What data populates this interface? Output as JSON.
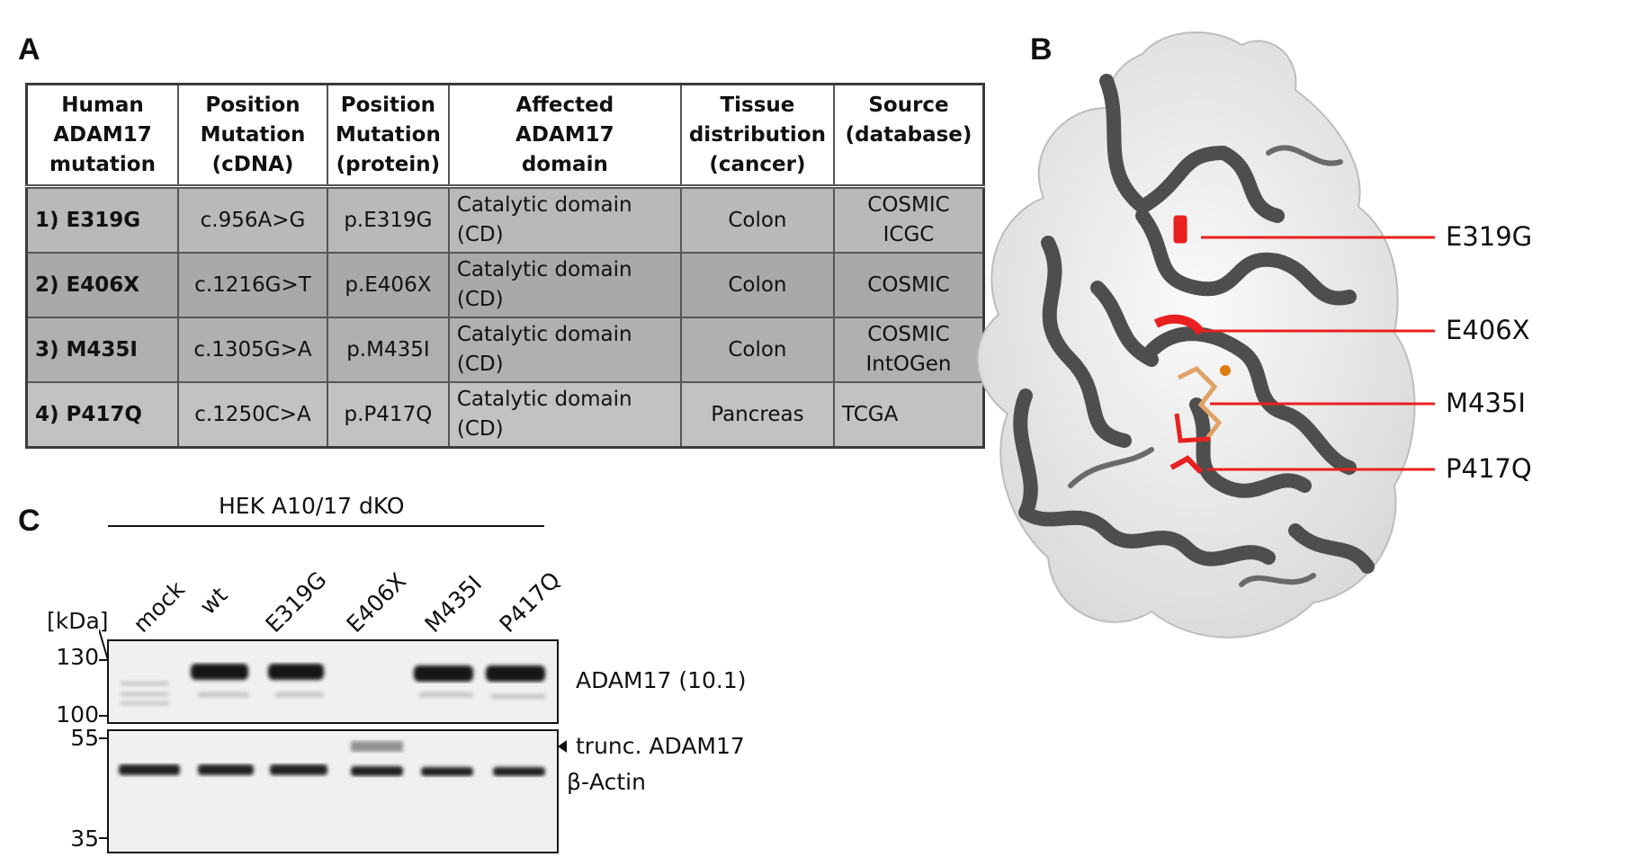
{
  "panels": {
    "a": "A",
    "b": "B",
    "c": "C"
  },
  "table": {
    "headers": [
      [
        "Human",
        "ADAM17",
        "mutation"
      ],
      [
        "Position",
        "Mutation",
        "(cDNA)"
      ],
      [
        "Position",
        "Mutation",
        "(protein)"
      ],
      [
        "Affected",
        "ADAM17",
        "domain"
      ],
      [
        "Tissue",
        "distribution",
        "(cancer)"
      ],
      [
        "Source",
        "(database)"
      ]
    ],
    "rows": [
      {
        "mutation": "1) E319G",
        "cdna": "c.956A>G",
        "protein": "p.E319G",
        "domain": [
          "Catalytic domain",
          "(CD)"
        ],
        "tissue": "Colon",
        "source": [
          "COSMIC",
          "ICGC"
        ]
      },
      {
        "mutation": "2) E406X",
        "cdna": "c.1216G>T",
        "protein": "p.E406X",
        "domain": [
          "Catalytic domain",
          "(CD)"
        ],
        "tissue": "Colon",
        "source": [
          "COSMIC"
        ]
      },
      {
        "mutation": "3) M435I",
        "cdna": "c.1305G>A",
        "protein": "p.M435I",
        "domain": [
          "Catalytic domain",
          "(CD)"
        ],
        "tissue": "Colon",
        "source": [
          "COSMIC",
          "IntOGen"
        ]
      },
      {
        "mutation": "4) P417Q",
        "cdna": "c.1250C>A",
        "protein": "p.P417Q",
        "domain": [
          "Catalytic domain",
          "(CD)"
        ],
        "tissue": "Pancreas",
        "source": [
          "TCGA"
        ]
      }
    ]
  },
  "structure": {
    "labels": [
      "E319G",
      "E406X",
      "M435I",
      "P417Q"
    ],
    "highlight_color": "#e8201f",
    "ribbon_color": "#505050",
    "surface_color": "#ececec"
  },
  "blot": {
    "cell_line": "HEK A10/17 dKO",
    "unit": "[kDa]",
    "lanes": [
      "mock",
      "wt",
      "E319G",
      "E406X",
      "M435I",
      "P417Q"
    ],
    "upper_markers": [
      "130",
      "100"
    ],
    "lower_markers": [
      "55",
      "35"
    ],
    "band_labels": {
      "adam17": "ADAM17 (10.1)",
      "truncated": "trunc. ADAM17",
      "actin": "β-Actin"
    }
  }
}
